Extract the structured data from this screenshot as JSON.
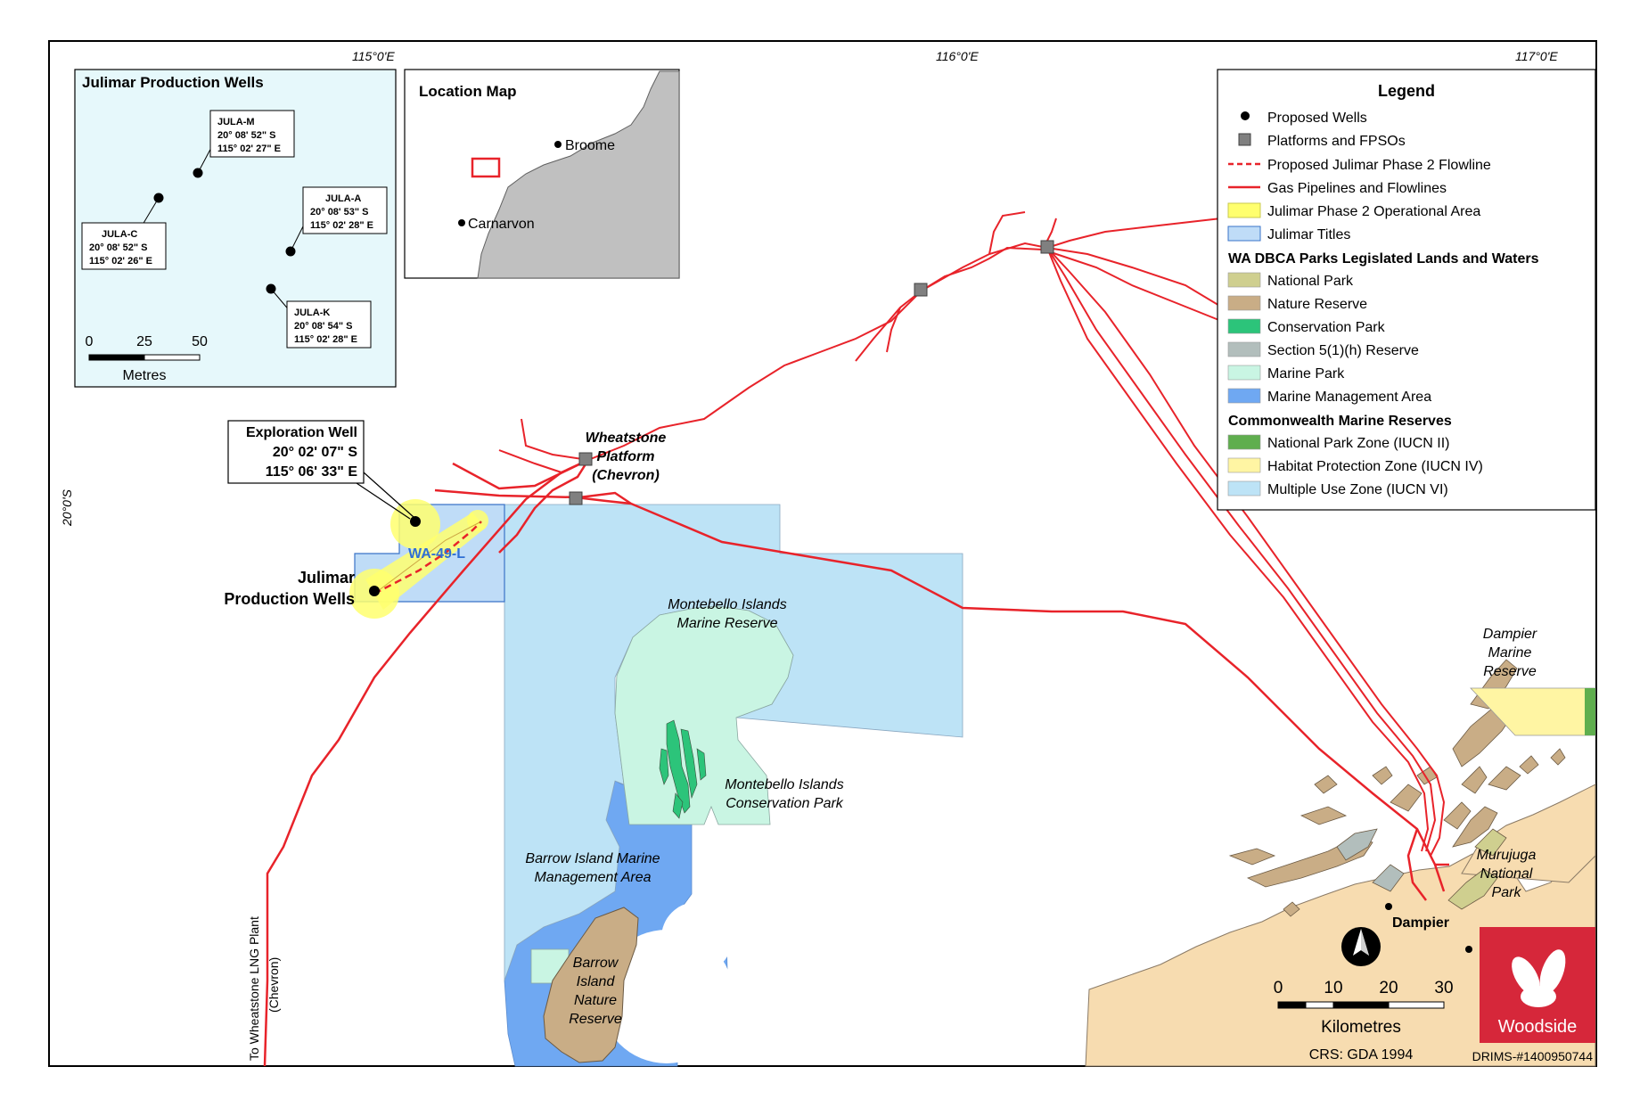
{
  "map": {
    "graticule": {
      "lon_115": "115°0'E",
      "lon_116": "116°0'E",
      "lon_117": "117°0'E",
      "lat_20": "20°0'S"
    }
  },
  "inset_wells": {
    "title": "Julimar Production Wells",
    "wells": [
      {
        "name": "JULA-M",
        "lat": "20° 08' 52\" S",
        "lon": "115° 02' 27\" E"
      },
      {
        "name": "JULA-A",
        "lat": "20° 08' 53\" S",
        "lon": "115° 02' 28\" E"
      },
      {
        "name": "JULA-C",
        "lat": "20° 08' 52\" S",
        "lon": "115° 02' 26\" E"
      },
      {
        "name": "JULA-K",
        "lat": "20° 08' 54\" S",
        "lon": "115° 02' 28\" E"
      }
    ],
    "scale": {
      "ticks": [
        "0",
        "25",
        "50"
      ],
      "unit": "Metres"
    }
  },
  "location_map": {
    "title": "Location Map",
    "places": [
      "Broome",
      "Carnarvon"
    ]
  },
  "exploration_well": {
    "line1": "Exploration Well",
    "line2": "20° 02' 07\" S",
    "line3": "115° 06' 33\" E"
  },
  "labels": {
    "julimar_pw_1": "Julimar",
    "julimar_pw_2": "Production Wells",
    "wa49l": "WA-49-L",
    "wheatstone_1": "Wheatstone",
    "wheatstone_2": "Platform",
    "wheatstone_3": "(Chevron)",
    "montebello_mr_1": "Montebello Islands",
    "montebello_mr_2": "Marine Reserve",
    "montebello_cp_1": "Montebello Islands",
    "montebello_cp_2": "Conservation Park",
    "barrow_mma_1": "Barrow Island Marine",
    "barrow_mma_2": "Management Area",
    "barrow_nr_1": "Barrow",
    "barrow_nr_2": "Island",
    "barrow_nr_3": "Nature",
    "barrow_nr_4": "Reserve",
    "dampier_mr_1": "Dampier",
    "dampier_mr_2": "Marine",
    "dampier_mr_3": "Reserve",
    "murujuga_1": "Murujuga",
    "murujuga_2": "National",
    "murujuga_3": "Park",
    "dampier": "Dampier",
    "lng_1": "To Wheatstone LNG Plant",
    "lng_2": "(Chevron)"
  },
  "legend": {
    "title": "Legend",
    "items": [
      {
        "label": "Proposed Wells",
        "symbol": "dot"
      },
      {
        "label": "Platforms and FPSOs",
        "symbol": "square"
      },
      {
        "label": "Proposed Julimar Phase 2 Flowline",
        "symbol": "dashed-red"
      },
      {
        "label": "Gas Pipelines and Flowlines",
        "symbol": "solid-red"
      },
      {
        "label": "Julimar Phase 2 Operational Area",
        "symbol": "fill",
        "color": "#ffff6e"
      },
      {
        "label": "Julimar Titles",
        "symbol": "fill",
        "color": "#bfdcf7"
      }
    ],
    "section_wa": "WA DBCA Parks Legislated Lands and Waters",
    "wa_items": [
      {
        "label": "National Park",
        "color": "#cfcf8f"
      },
      {
        "label": "Nature Reserve",
        "color": "#c9ad86"
      },
      {
        "label": "Conservation Park",
        "color": "#2cc47a"
      },
      {
        "label": "Section 5(1)(h) Reserve",
        "color": "#b2bebc"
      },
      {
        "label": "Marine Park",
        "color": "#c9f5e3"
      },
      {
        "label": "Marine Management Area",
        "color": "#6fa8f2"
      }
    ],
    "section_cw": "Commonwealth Marine Reserves",
    "cw_items": [
      {
        "label": "National Park Zone (IUCN II)",
        "color": "#5fae4e"
      },
      {
        "label": "Habitat Protection Zone (IUCN IV)",
        "color": "#fff5a3"
      },
      {
        "label": "Multiple Use Zone (IUCN VI)",
        "color": "#bde3f6"
      }
    ]
  },
  "scalebar": {
    "ticks": [
      "0",
      "10",
      "20",
      "30"
    ],
    "unit": "Kilometres",
    "crs": "CRS: GDA 1994"
  },
  "brand": "Woodside",
  "doc_ref": "DRIMS-#1400950744",
  "colors": {
    "pipeline": "#e8232a",
    "land": "#f7dcb0",
    "multiple_use": "#bde3f6",
    "mma": "#6fa8f2",
    "woodside_red": "#d6273a"
  }
}
